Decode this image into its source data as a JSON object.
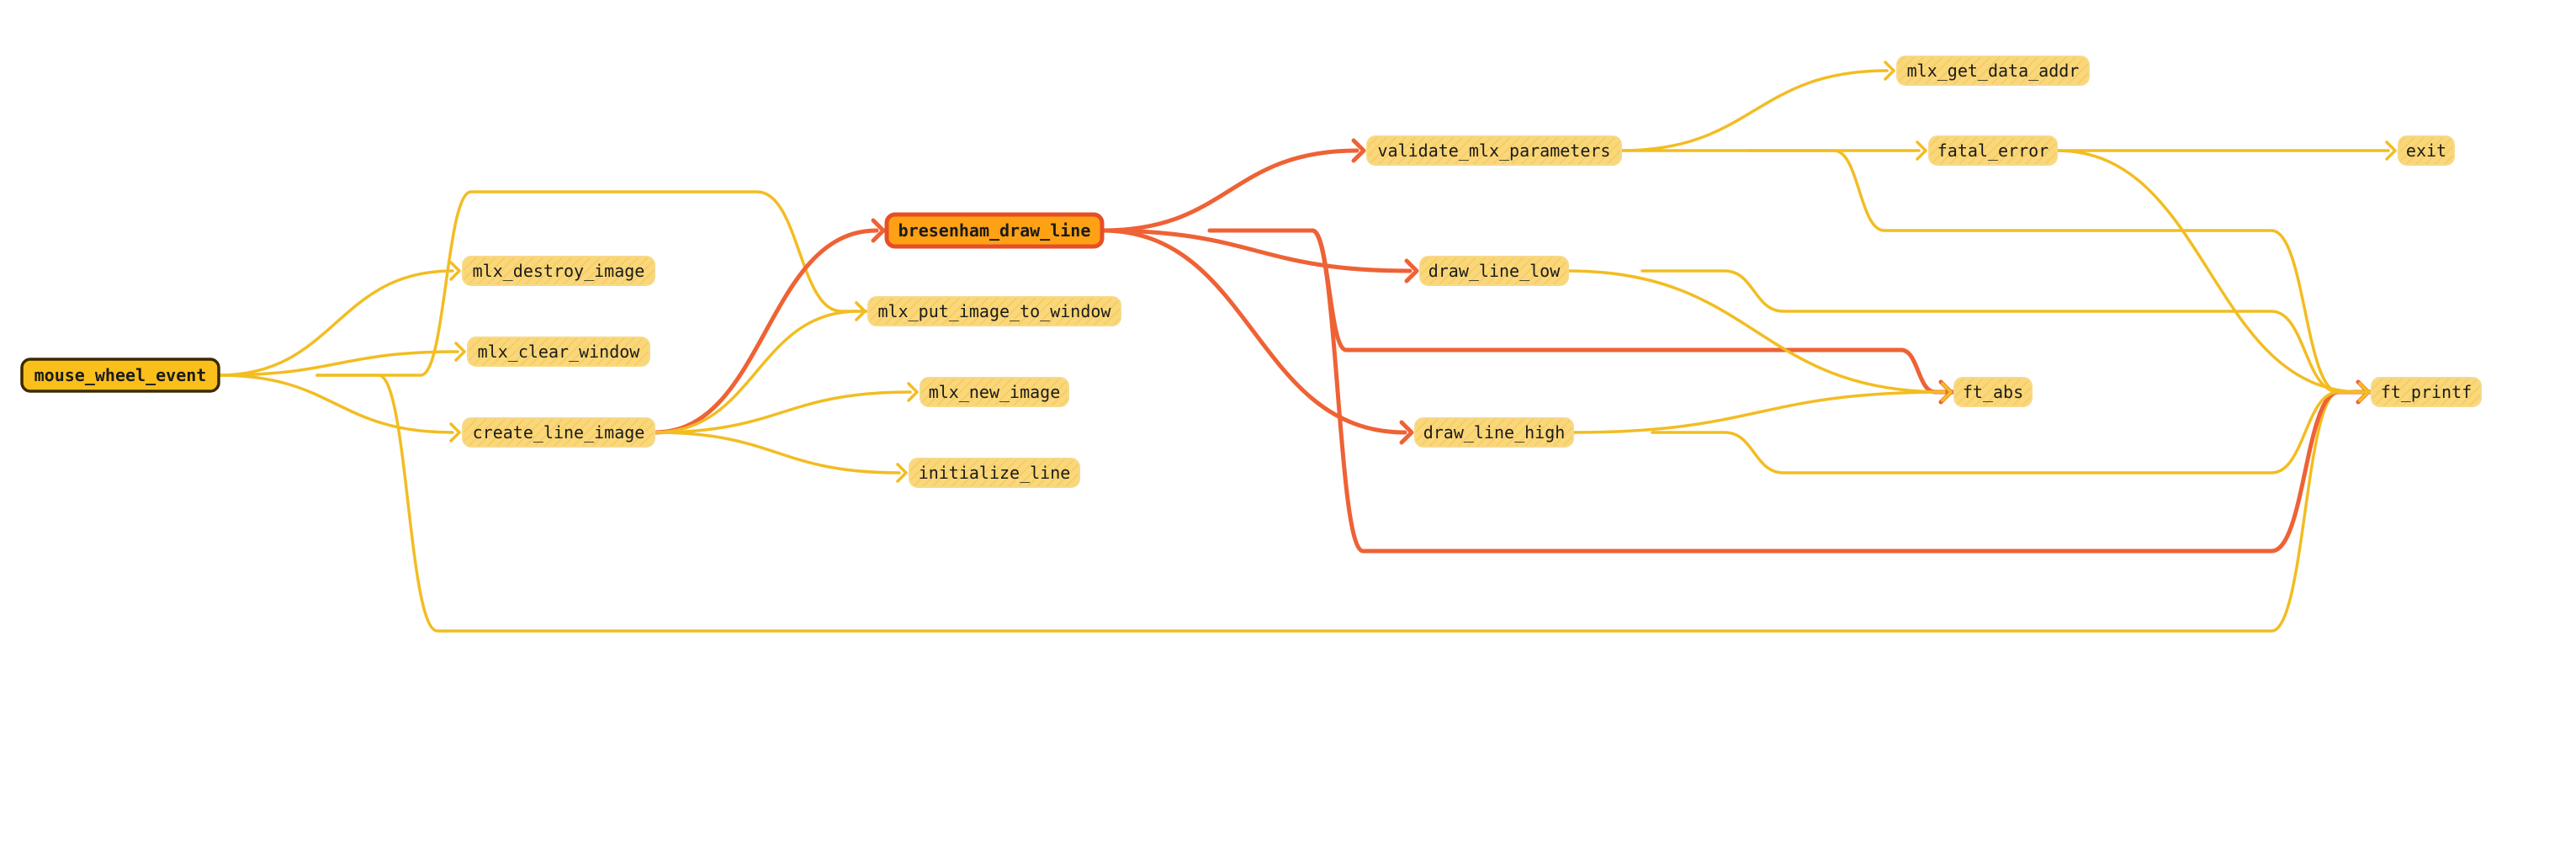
{
  "colors": {
    "edge_normal": "#f2bd22",
    "edge_highlight": "#ee6235",
    "node_fill": "#f9d77a",
    "root_fill": "#fbbf1c",
    "focus_fill": "#ffa114",
    "focus_stroke": "#e54f26"
  },
  "nodes": [
    {
      "id": "mouse_wheel_event",
      "label": "mouse_wheel_event",
      "kind": "root"
    },
    {
      "id": "mlx_destroy_image",
      "label": "mlx_destroy_image",
      "kind": "normal"
    },
    {
      "id": "mlx_clear_window",
      "label": "mlx_clear_window",
      "kind": "normal"
    },
    {
      "id": "create_line_image",
      "label": "create_line_image",
      "kind": "normal"
    },
    {
      "id": "bresenham_draw_line",
      "label": "bresenham_draw_line",
      "kind": "focus"
    },
    {
      "id": "mlx_put_image_to_window",
      "label": "mlx_put_image_to_window",
      "kind": "normal"
    },
    {
      "id": "mlx_new_image",
      "label": "mlx_new_image",
      "kind": "normal"
    },
    {
      "id": "initialize_line",
      "label": "initialize_line",
      "kind": "normal"
    },
    {
      "id": "validate_mlx_parameters",
      "label": "validate_mlx_parameters",
      "kind": "normal"
    },
    {
      "id": "draw_line_low",
      "label": "draw_line_low",
      "kind": "normal"
    },
    {
      "id": "draw_line_high",
      "label": "draw_line_high",
      "kind": "normal"
    },
    {
      "id": "mlx_get_data_addr",
      "label": "mlx_get_data_addr",
      "kind": "normal"
    },
    {
      "id": "fatal_error",
      "label": "fatal_error",
      "kind": "normal"
    },
    {
      "id": "ft_abs",
      "label": "ft_abs",
      "kind": "normal"
    },
    {
      "id": "exit",
      "label": "exit",
      "kind": "normal"
    },
    {
      "id": "ft_printf",
      "label": "ft_printf",
      "kind": "normal"
    }
  ],
  "edges": [
    {
      "from": "mouse_wheel_event",
      "to": "mlx_destroy_image",
      "highlight": false
    },
    {
      "from": "mouse_wheel_event",
      "to": "mlx_clear_window",
      "highlight": false
    },
    {
      "from": "mouse_wheel_event",
      "to": "create_line_image",
      "highlight": false
    },
    {
      "from": "mouse_wheel_event",
      "to": "mlx_put_image_to_window",
      "highlight": false
    },
    {
      "from": "mouse_wheel_event",
      "to": "ft_printf",
      "highlight": false
    },
    {
      "from": "create_line_image",
      "to": "bresenham_draw_line",
      "highlight": true
    },
    {
      "from": "create_line_image",
      "to": "mlx_put_image_to_window",
      "highlight": false
    },
    {
      "from": "create_line_image",
      "to": "mlx_new_image",
      "highlight": false
    },
    {
      "from": "create_line_image",
      "to": "initialize_line",
      "highlight": false
    },
    {
      "from": "bresenham_draw_line",
      "to": "validate_mlx_parameters",
      "highlight": true
    },
    {
      "from": "bresenham_draw_line",
      "to": "draw_line_low",
      "highlight": true
    },
    {
      "from": "bresenham_draw_line",
      "to": "ft_abs",
      "highlight": true
    },
    {
      "from": "bresenham_draw_line",
      "to": "draw_line_high",
      "highlight": true
    },
    {
      "from": "bresenham_draw_line",
      "to": "ft_printf",
      "highlight": true
    },
    {
      "from": "validate_mlx_parameters",
      "to": "mlx_get_data_addr",
      "highlight": false
    },
    {
      "from": "validate_mlx_parameters",
      "to": "fatal_error",
      "highlight": false
    },
    {
      "from": "validate_mlx_parameters",
      "to": "ft_printf",
      "highlight": false
    },
    {
      "from": "fatal_error",
      "to": "exit",
      "highlight": false
    },
    {
      "from": "fatal_error",
      "to": "ft_printf",
      "highlight": false
    },
    {
      "from": "draw_line_low",
      "to": "ft_abs",
      "highlight": false
    },
    {
      "from": "draw_line_low",
      "to": "ft_printf",
      "highlight": false
    },
    {
      "from": "draw_line_high",
      "to": "ft_abs",
      "highlight": false
    },
    {
      "from": "draw_line_high",
      "to": "ft_printf",
      "highlight": false
    }
  ]
}
